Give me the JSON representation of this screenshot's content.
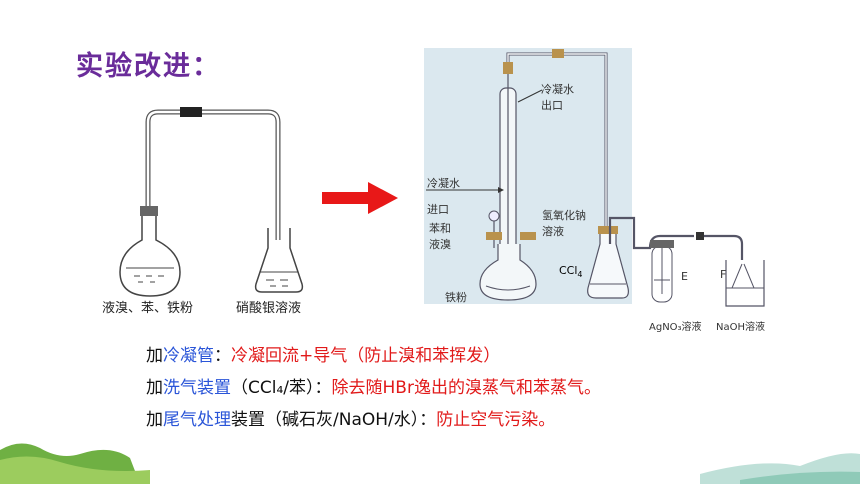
{
  "slide": {
    "title": "实验改进："
  },
  "left_diagram": {
    "label_flask": "液溴、苯、铁粉",
    "label_beaker": "硝酸银溶液"
  },
  "right_diagram": {
    "cond_water_out": [
      "冷凝水",
      "出口"
    ],
    "cond_water_in": [
      "冷凝水",
      "进口"
    ],
    "benzene_bromine": [
      "苯和",
      "液溴"
    ],
    "iron_powder": "铁粉",
    "naoh_solution": [
      "氢氧化钠",
      "溶液"
    ],
    "ccl4_label": "CCl4",
    "ccl4_prefix": "CCl",
    "ccl4_sub": "4",
    "tube_e": "E",
    "beaker_f": "F",
    "agno3_label": "AgNO₃溶液",
    "naoh_label": "NaOH溶液"
  },
  "statements": [
    {
      "parts": [
        {
          "text": "加",
          "c": "k"
        },
        {
          "text": "冷凝管",
          "c": "b"
        },
        {
          "text": "：",
          "c": "k"
        },
        {
          "text": "冷凝回流+导气（防止溴和苯挥发）",
          "c": "r"
        }
      ]
    },
    {
      "parts": [
        {
          "text": "加",
          "c": "k"
        },
        {
          "text": "洗气装置",
          "c": "b"
        },
        {
          "text": "（CCl₄/苯）：",
          "c": "k"
        },
        {
          "text": "除去随HBr逸出的溴蒸气和苯蒸气。",
          "c": "r"
        }
      ]
    },
    {
      "parts": [
        {
          "text": "加",
          "c": "k"
        },
        {
          "text": "尾气处理",
          "c": "b"
        },
        {
          "text": "装置（碱石灰/NaOH/水）：",
          "c": "k"
        },
        {
          "text": "防止空气污染。",
          "c": "r"
        }
      ]
    }
  ],
  "colors": {
    "title": "#6a2c9a",
    "highlight_blue": "#2a55d8",
    "highlight_red": "#e11a1a",
    "arrow": "#e81818"
  }
}
